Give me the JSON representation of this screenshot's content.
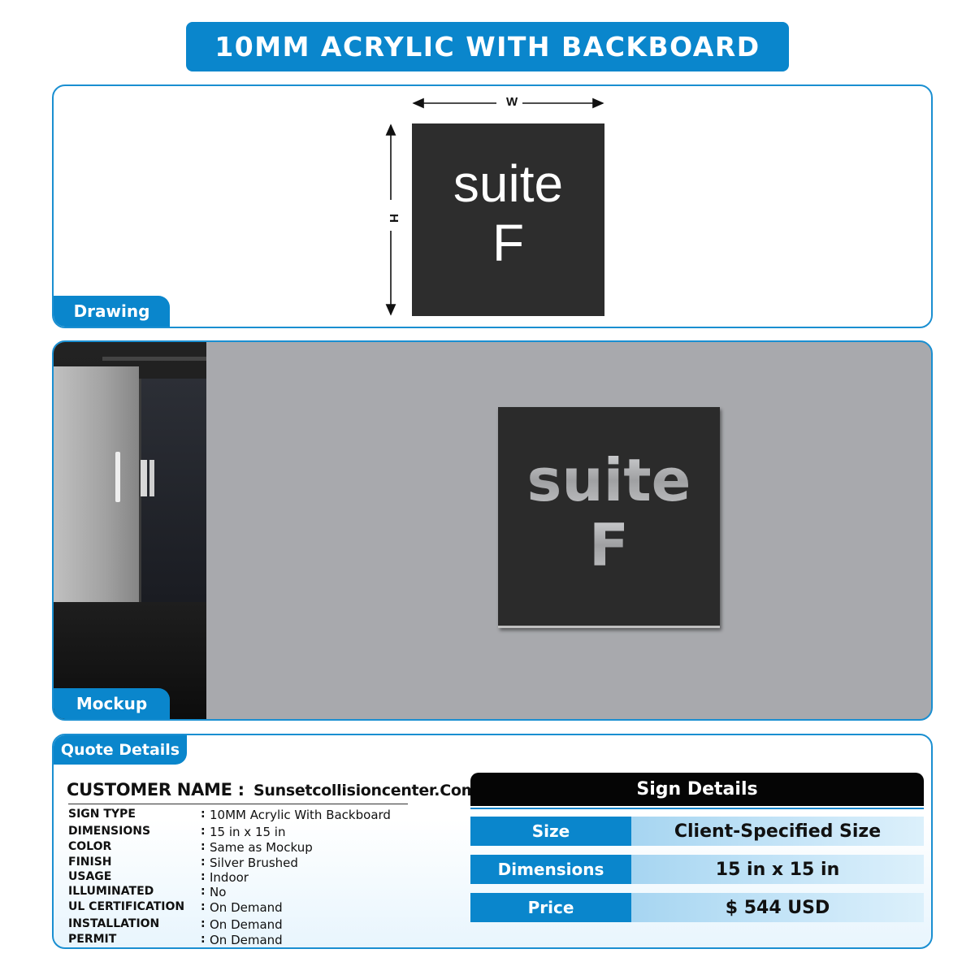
{
  "header": {
    "title": "10MM ACRYLIC WITH BACKBOARD"
  },
  "drawing": {
    "tab_label": "Drawing",
    "width_label": "W",
    "height_label": "H",
    "sign_line1": "suite",
    "sign_line2": "F",
    "sign_color": "#2d2d2d"
  },
  "mockup": {
    "tab_label": "Mockup",
    "sign_line1": "suite",
    "sign_line2": "F"
  },
  "quote": {
    "tab_label": "Quote Details",
    "customer_label": "CUSTOMER NAME :",
    "customer_value": "Sunsetcollisioncenter.Com",
    "specs": [
      {
        "key": "SIGN TYPE",
        "value": "10MM Acrylic With Backboard"
      },
      {
        "key": "DIMENSIONS",
        "value": "15 in x 15 in"
      },
      {
        "key": "COLOR",
        "value": "Same as Mockup"
      },
      {
        "key": "FINISH",
        "value": "Silver Brushed"
      },
      {
        "key": "USAGE",
        "value": "Indoor"
      },
      {
        "key": "ILLUMINATED",
        "value": "No"
      },
      {
        "key": "UL CERTIFICATION",
        "value": "On Demand"
      },
      {
        "key": "INSTALLATION",
        "value": "On Demand"
      },
      {
        "key": "PERMIT",
        "value": "On Demand"
      }
    ],
    "details_title": "Sign Details",
    "details": [
      {
        "key": "Size",
        "value": "Client-Specified Size"
      },
      {
        "key": "Dimensions",
        "value": "15 in x 15 in"
      },
      {
        "key": "Price",
        "value": "$ 544 USD"
      }
    ]
  },
  "colors": {
    "accent": "#0a86cc",
    "dark": "#050505",
    "light_fill": "#c8e6f8"
  }
}
